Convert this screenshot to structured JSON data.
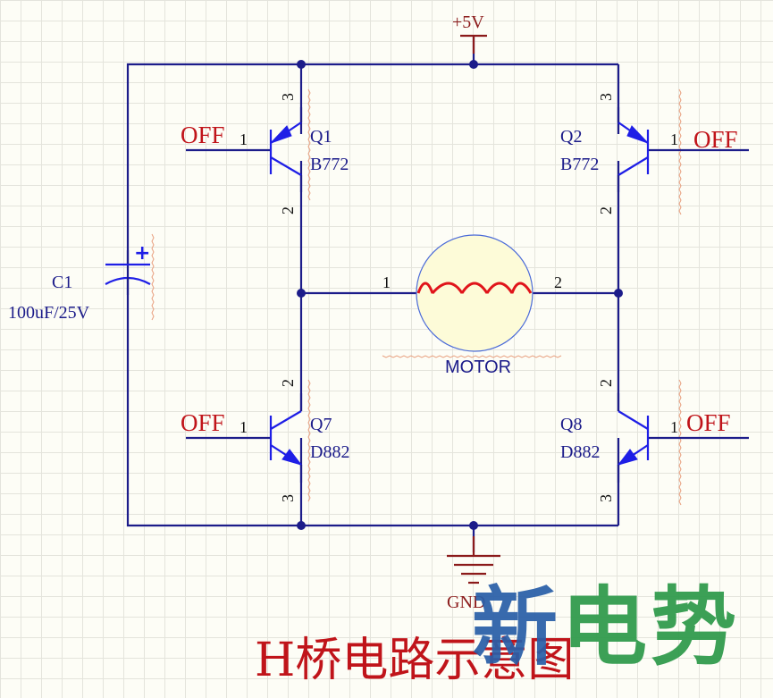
{
  "supply": {
    "label": "+5V"
  },
  "ground": {
    "label": "GND"
  },
  "capacitor": {
    "ref": "C1",
    "value": "100uF/25V",
    "polarity": "+"
  },
  "motor": {
    "label": "MOTOR",
    "pin1": "1",
    "pin2": "2",
    "coil_color": "#e0141a",
    "body_color": "#fdfbd8"
  },
  "transistors": [
    {
      "ref": "Q1",
      "part": "B772",
      "type": "PNP",
      "input": "OFF",
      "pin_base": "1",
      "pin_emitter": "3",
      "pin_collector": "2"
    },
    {
      "ref": "Q2",
      "part": "B772",
      "type": "PNP",
      "input": "OFF",
      "pin_base": "1",
      "pin_emitter": "3",
      "pin_collector": "2"
    },
    {
      "ref": "Q7",
      "part": "D882",
      "type": "NPN",
      "input": "OFF",
      "pin_base": "1",
      "pin_collector": "2",
      "pin_emitter": "3"
    },
    {
      "ref": "Q8",
      "part": "D882",
      "type": "NPN",
      "input": "OFF",
      "pin_base": "1",
      "pin_collector": "2",
      "pin_emitter": "3"
    }
  ],
  "title": "H桥电路示意图",
  "watermark": {
    "text": "新电势",
    "colors": [
      "#2a5fa8",
      "#2e9a4a",
      "#2e9a4a"
    ]
  },
  "colors": {
    "wire": "#1c1c8a",
    "transistor": "#1e1ee6",
    "net_label": "#c0141a",
    "power": "#8b1a1a"
  }
}
